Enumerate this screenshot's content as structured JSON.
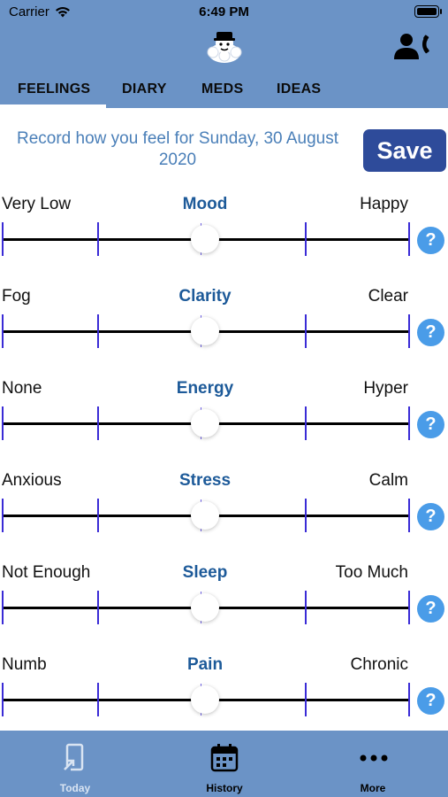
{
  "status_bar": {
    "carrier": "Carrier",
    "time": "6:49 PM"
  },
  "header": {
    "logo_icon": "mime-mask-icon",
    "contact_icon": "person-phone-icon"
  },
  "tabs": [
    {
      "label": "FEELINGS",
      "active": true
    },
    {
      "label": "DIARY",
      "active": false
    },
    {
      "label": "MEDS",
      "active": false
    },
    {
      "label": "IDEAS",
      "active": false
    }
  ],
  "record": {
    "title": "Record how you feel for Sunday, 30 August 2020",
    "save_label": "Save"
  },
  "sliders": [
    {
      "left": "Very Low",
      "name": "Mood",
      "right": "Happy",
      "value": 0.5
    },
    {
      "left": "Fog",
      "name": "Clarity",
      "right": "Clear",
      "value": 0.5
    },
    {
      "left": "None",
      "name": "Energy",
      "right": "Hyper",
      "value": 0.5
    },
    {
      "left": "Anxious",
      "name": "Stress",
      "right": "Calm",
      "value": 0.5
    },
    {
      "left": "Not Enough",
      "name": "Sleep",
      "right": "Too Much",
      "value": 0.5
    },
    {
      "left": "Numb",
      "name": "Pain",
      "right": "Chronic",
      "value": 0.5
    }
  ],
  "help_label": "?",
  "tabbar": [
    {
      "label": "Today",
      "icon": "today-icon",
      "color": "#d9e4f2"
    },
    {
      "label": "History",
      "icon": "calendar-icon",
      "color": "#000000"
    },
    {
      "label": "More",
      "icon": "more-dots-icon",
      "color": "#000000"
    }
  ],
  "colors": {
    "header": "#6b93c6",
    "save_button": "#2e4b9a",
    "slider_title": "#1d5a99",
    "help_button": "#4a9ce8"
  }
}
